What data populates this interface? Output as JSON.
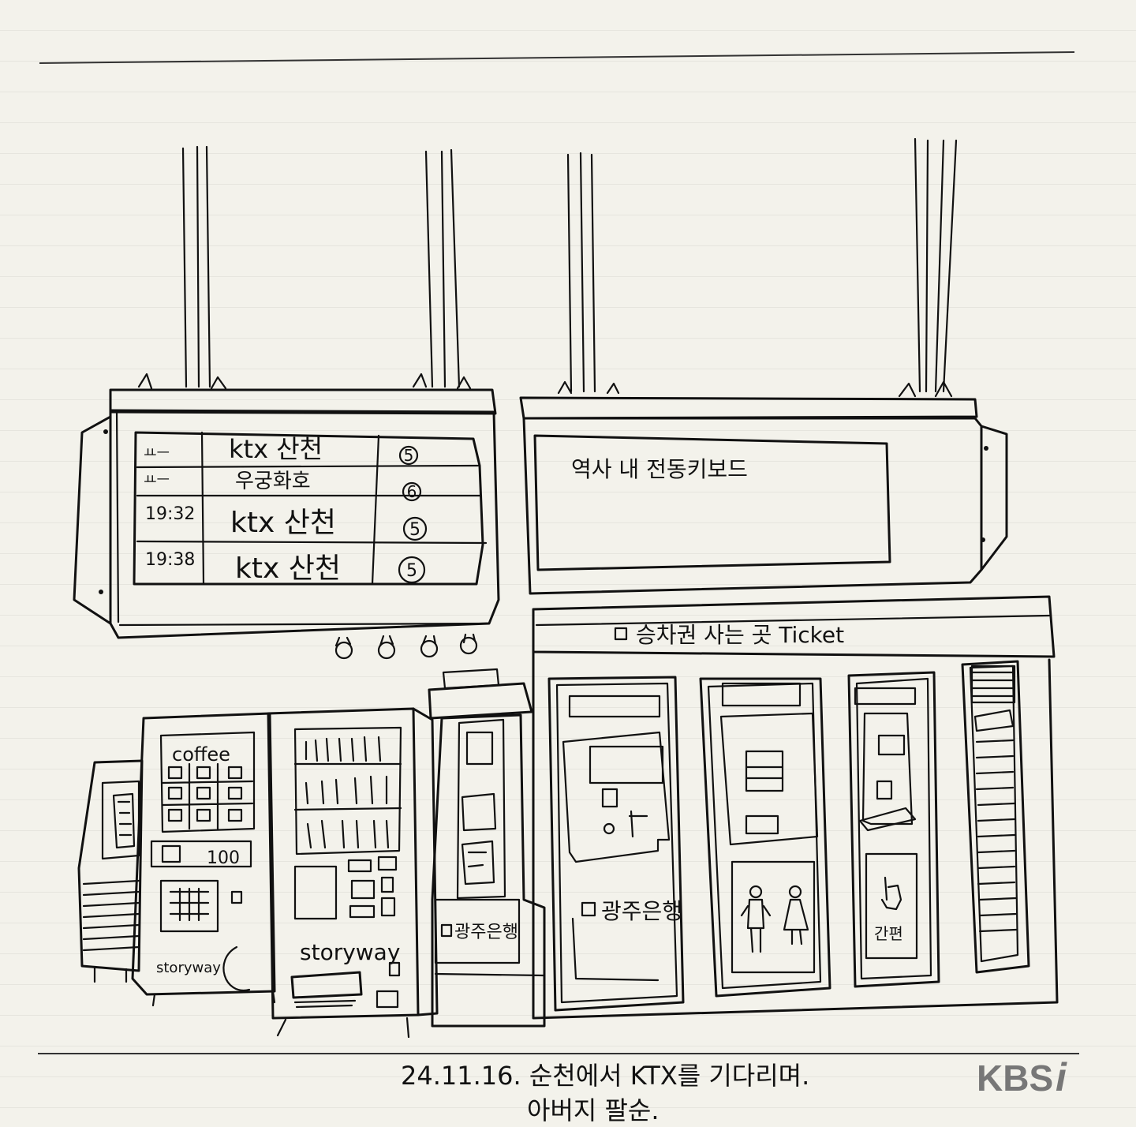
{
  "departure_board": {
    "rows": [
      {
        "time": "ㅛㅡ",
        "train": "ktx 산천",
        "track": "5"
      },
      {
        "time": "ㅛㅡ",
        "train": "우궁화호",
        "track": "6"
      },
      {
        "time": "19:32",
        "train": "ktx 산천",
        "track": "5"
      },
      {
        "time": "19:38",
        "train": "ktx 산천",
        "track": "5"
      }
    ]
  },
  "info_board": {
    "text": "역사 내 전동키보드"
  },
  "ticket_sign": {
    "label": "승차권 사는 곳 Ticket"
  },
  "machines": {
    "coffee_label": "coffee",
    "coffee_price": "100",
    "storyway_small": "storyway",
    "storyway_large": "storyway",
    "bank_small": "광주은행",
    "bank_large": "광주은행",
    "touch_label": "간편"
  },
  "caption": {
    "line1": "24.11.16. 순천에서 KTX를 기다리며.",
    "line2": "아버지 팔순."
  },
  "brand": {
    "logo": "KBS",
    "logo_suffix": "i"
  }
}
